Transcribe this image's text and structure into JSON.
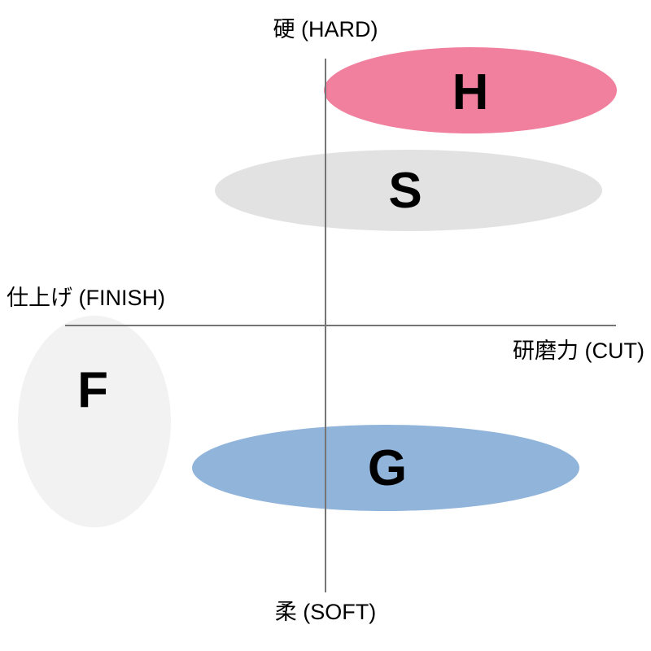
{
  "chart_data": {
    "type": "scatter",
    "title": "",
    "subtitle": "",
    "xlabel": "研磨力 (CUT)",
    "ylabel": "硬 (HARD)",
    "xlabel_left": "仕上げ (FINISH)",
    "ylabel_bottom": "柔 (SOFT)",
    "axis_style": {
      "grid": false,
      "legend": "none",
      "origin_x": 400,
      "origin_y": 400,
      "x_axis_start": 80,
      "x_axis_end": 757,
      "y_axis_start": 72,
      "y_axis_end": 728,
      "axis_color": "#757575",
      "axis_width": 2
    },
    "axes_meaning": {
      "x_positive": "研磨力 (CUT)",
      "x_negative": "仕上げ (FINISH)",
      "y_positive": "硬 (HARD)",
      "y_negative": "柔 (SOFT)"
    },
    "series": [
      {
        "name": "H",
        "label": "H",
        "color": "#F0809E",
        "cx": 578,
        "cy": 111,
        "rx": 180,
        "ry": 53,
        "quadrant": "hard-cut"
      },
      {
        "name": "S",
        "label": "S",
        "color": "#E2E2E2",
        "cx": 502,
        "cy": 234,
        "rx": 238,
        "ry": 50,
        "quadrant": "hard-cut"
      },
      {
        "name": "F",
        "label": "F",
        "color": "#F2F2F2",
        "cx": 116,
        "cy": 518,
        "rx": 94,
        "ry": 130,
        "quadrant": "soft-finish"
      },
      {
        "name": "G",
        "label": "G",
        "color": "#91B4DB",
        "cx": 474,
        "cy": 575,
        "rx": 238,
        "ry": 53,
        "quadrant": "soft-cut"
      }
    ],
    "labels": [
      {
        "text": "硬 (HARD)",
        "position": "top-center"
      },
      {
        "text": "柔 (SOFT)",
        "position": "bottom-center"
      },
      {
        "text": "仕上げ (FINISH)",
        "position": "left-above-axis"
      },
      {
        "text": "研磨力 (CUT)",
        "position": "right-below-axis"
      }
    ]
  },
  "colors": {
    "background": "#ffffff",
    "axis": "#757575",
    "text": "#000000",
    "blob_h": "#F0809E",
    "blob_s": "#E2E2E2",
    "blob_f": "#F2F2F2",
    "blob_g": "#91B4DB"
  }
}
